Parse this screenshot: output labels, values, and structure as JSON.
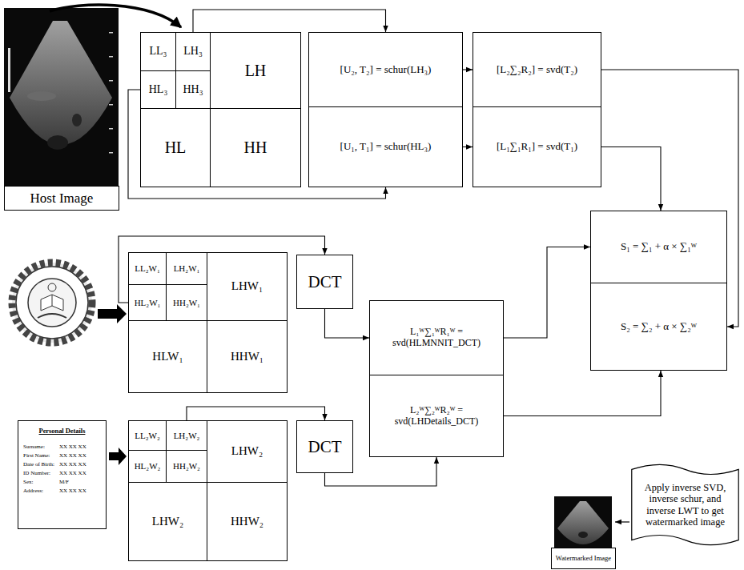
{
  "diagram": {
    "nodes": [
      {
        "text": [
          "Host Image"
        ]
      },
      {
        "text": [
          "LL₃"
        ]
      },
      {
        "text": [
          "LH₃"
        ]
      },
      {
        "text": [
          "HL₃"
        ]
      },
      {
        "text": [
          "HH₃"
        ]
      },
      {
        "text": [
          "LH"
        ]
      },
      {
        "text": [
          "HL"
        ]
      },
      {
        "text": [
          "HH"
        ]
      },
      {
        "text": [
          "[U₂, T₂] = schur(LH₃)"
        ]
      },
      {
        "text": [
          "[U₁, T₁] = schur(HL₃)"
        ]
      },
      {
        "text": [
          "[L₂∑₂R₂] = svd(T₂)"
        ]
      },
      {
        "text": [
          "[L₁∑₁R₁] = svd(T₁)"
        ]
      },
      {
        "text": [
          "LL₂W₁"
        ]
      },
      {
        "text": [
          "LH₂W₁"
        ]
      },
      {
        "text": [
          "HL₂W₁"
        ]
      },
      {
        "text": [
          "HH₂W₁"
        ]
      },
      {
        "text": [
          "LHW₁"
        ]
      },
      {
        "text": [
          "HLW₁"
        ]
      },
      {
        "text": [
          "HHW₁"
        ]
      },
      {
        "text": [
          "DCT"
        ]
      },
      {
        "text": [
          "S₁ = ∑₁ + α × ∑₁ᵂ"
        ]
      },
      {
        "text": [
          "S₂ = ∑₂ + α × ∑₂ᵂ"
        ]
      },
      {
        "text": [
          "L₁ᵂ∑₁ᵂR₁ᵂ = svd(HLMNNIT_DCT)"
        ]
      },
      {
        "text": [
          "L₂ᵂ∑₂ᵂR₂ᵂ = svd(LHDetails_DCT)"
        ]
      },
      {
        "text": [
          "Personal Details",
          "Surname:",
          "XX XX XX",
          "First Name:",
          "XX XX XX",
          "Date of Birth:",
          "XX XX XX",
          "ID Number:",
          "XX XX XX",
          "Sex:",
          "M/F",
          "Address:",
          "XX XX XX"
        ]
      },
      {
        "text": [
          "LL₂W₂"
        ]
      },
      {
        "text": [
          "LH₂W₂"
        ]
      },
      {
        "text": [
          "HL₂W₂"
        ]
      },
      {
        "text": [
          "HH₂W₂"
        ]
      },
      {
        "text": [
          "LHW₂"
        ]
      },
      {
        "text": [
          "LHW₂"
        ]
      },
      {
        "text": [
          "HHW₂"
        ]
      },
      {
        "text": [
          "DCT"
        ]
      },
      {
        "text": [
          "Apply inverse SVD, inverse schur, and inverse LWT to get watermarked image"
        ]
      },
      {
        "text": [
          "Watermarked Image"
        ]
      }
    ],
    "edges": [
      {
        "from": 2,
        "to": 8,
        "arrow": "to"
      },
      {
        "from": 3,
        "to": 9,
        "arrow": "to"
      },
      {
        "from": 8,
        "to": 10,
        "arrow": "to"
      },
      {
        "from": 9,
        "to": 11,
        "arrow": "to"
      },
      {
        "from": 10,
        "to": 21,
        "arrow": "to"
      },
      {
        "from": 11,
        "to": 20,
        "arrow": "to"
      },
      {
        "from": 14,
        "to": 19,
        "arrow": "to"
      },
      {
        "from": 19,
        "to": 22,
        "arrow": "to"
      },
      {
        "from": 26,
        "to": 32,
        "arrow": "to"
      },
      {
        "from": 32,
        "to": 23,
        "arrow": "to"
      },
      {
        "from": 22,
        "to": 20,
        "arrow": "to"
      },
      {
        "from": 23,
        "to": 21,
        "arrow": "to"
      }
    ]
  }
}
